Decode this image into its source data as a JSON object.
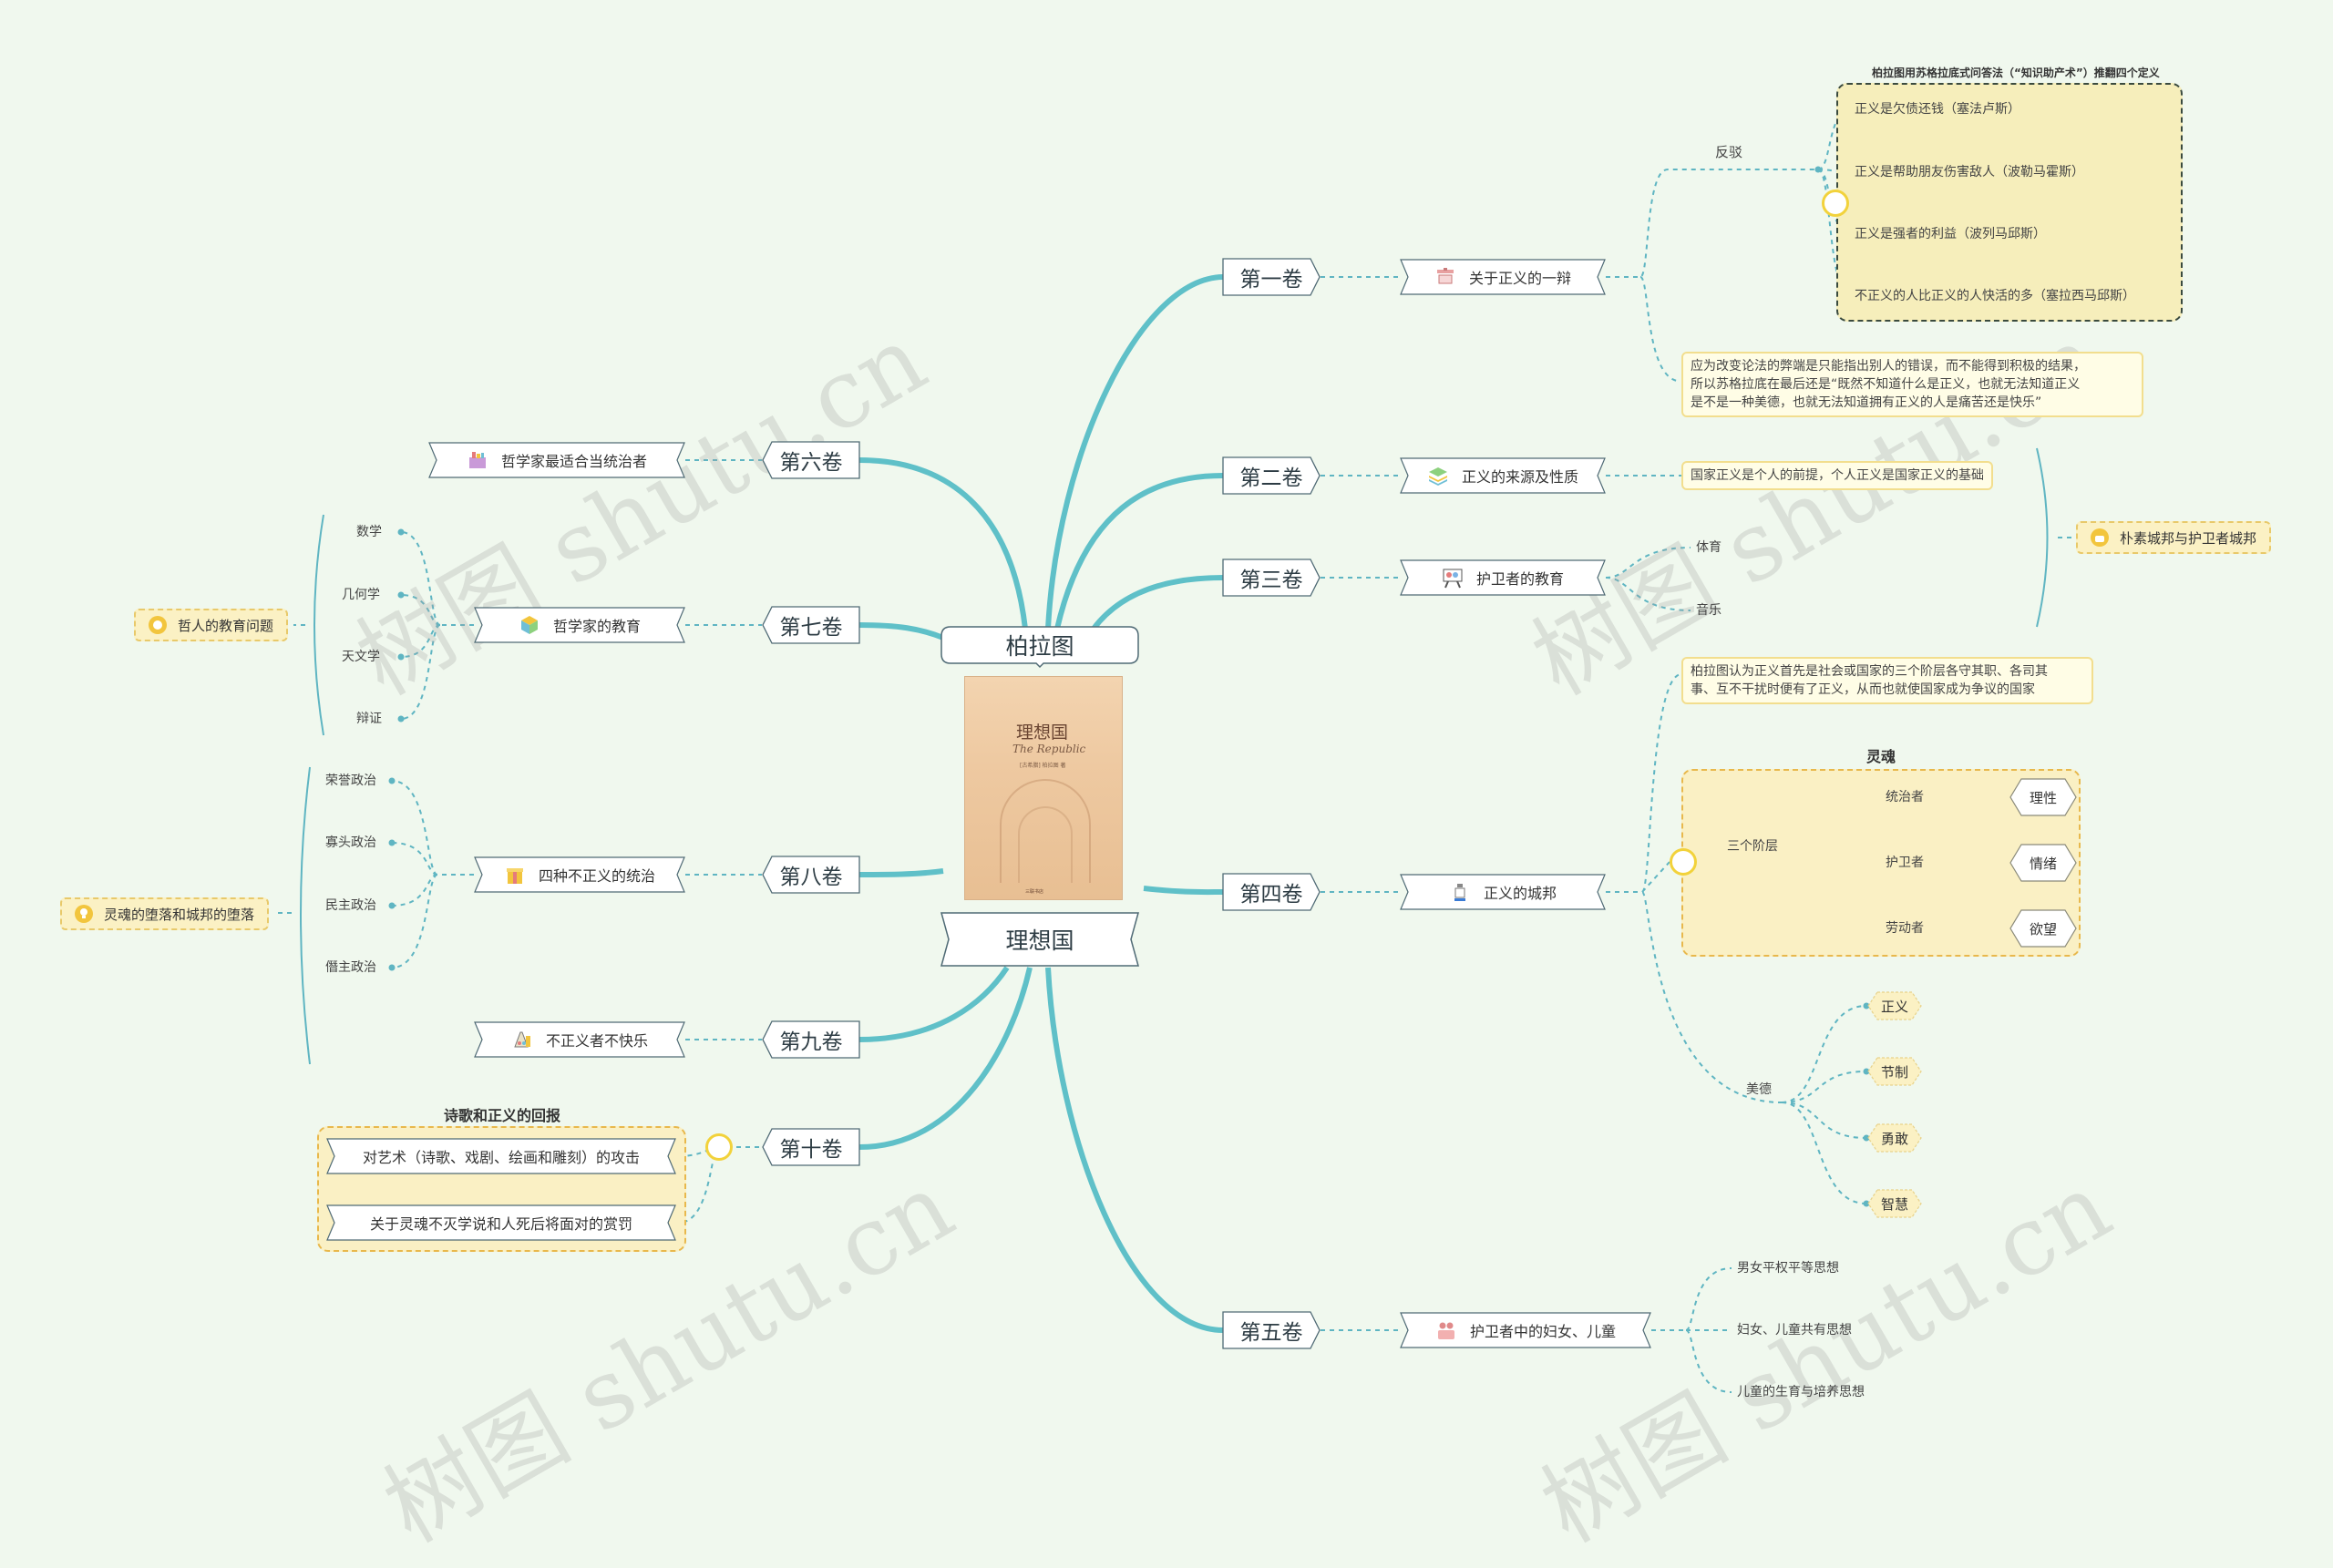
{
  "center": {
    "top_label": "柏拉图",
    "bottom_label": "理想国"
  },
  "book_cover": {
    "title": "理想国",
    "subtitle": "The Republic",
    "author": "[古希腊] 柏拉图 著",
    "publisher": "三联书店"
  },
  "volumes": {
    "v1": {
      "label": "第一卷",
      "topic": "关于正义的一辩"
    },
    "v2": {
      "label": "第二卷",
      "topic": "正义的来源及性质"
    },
    "v3": {
      "label": "第三卷",
      "topic": "护卫者的教育"
    },
    "v4": {
      "label": "第四卷",
      "topic": "正义的城邦"
    },
    "v5": {
      "label": "第五卷",
      "topic": "护卫者中的妇女、儿童"
    },
    "v6": {
      "label": "第六卷",
      "topic": "哲学家最适合当统治者"
    },
    "v7": {
      "label": "第七卷",
      "topic": "哲学家的教育"
    },
    "v8": {
      "label": "第八卷",
      "topic": "四种不正义的统治"
    },
    "v9": {
      "label": "第九卷",
      "topic": "不正义者不快乐"
    },
    "v10": {
      "label": "第十卷"
    }
  },
  "v1_detail": {
    "refute_label": "反驳",
    "box_title": "柏拉图用苏格拉底式问答法（“知识助产术”）推翻四个定义",
    "items": [
      "正义是欠债还钱（塞法卢斯）",
      "正义是帮助朋友伤害敌人（波勒马霍斯）",
      "正义是强者的利益（波列马邱斯）",
      "不正义的人比正义的人快活的多（塞拉西马邱斯）"
    ],
    "note_lines": [
      "应为改变论法的弊端是只能指出别人的错误，而不能得到积极的结果，",
      "所以苏格拉底在最后还是“既然不知道什么是正义，也就无法知道正义",
      "是不是一种美德，也就无法知道拥有正义的人是痛苦还是快乐”"
    ]
  },
  "v2_note": "国家正义是个人的前提，个人正义是国家正义的基础",
  "v3_items": [
    "体育",
    "音乐"
  ],
  "v2v3_summary": "朴素城邦与护卫者城邦",
  "v4_detail": {
    "note_lines": [
      "柏拉图认为正义首先是社会或国家的三个阶层各守其职、各司其",
      "事、互不干扰时便有了正义，从而也就使国家成为争议的国家"
    ],
    "soul_title": "灵魂",
    "strata_label": "三个阶层",
    "strata": [
      {
        "role": "统治者",
        "virtue": "理性"
      },
      {
        "role": "护卫者",
        "virtue": "情绪"
      },
      {
        "role": "劳动者",
        "virtue": "欲望"
      }
    ],
    "virtue_label": "美德",
    "virtues": [
      "正义",
      "节制",
      "勇敢",
      "智慧"
    ]
  },
  "v5_items": [
    "男女平权平等思想",
    "妇女、儿童共有思想",
    "儿童的生育与培养思想"
  ],
  "v7_items": [
    "数学",
    "几何学",
    "天文学",
    "辩证"
  ],
  "v7_summary": "哲人的教育问题",
  "v8_items": [
    "荣誉政治",
    "寡头政治",
    "民主政治",
    "僭主政治"
  ],
  "v8_summary": "灵魂的堕落和城邦的堕落",
  "v10_detail": {
    "box_title": "诗歌和正义的回报",
    "items": [
      "对艺术（诗歌、戏剧、绘画和雕刻）的攻击",
      "关于灵魂不灭学说和人死后将面对的赏罚"
    ]
  },
  "watermark": "树图 shutu.cn",
  "colors": {
    "background": "#f0f8ee",
    "branch": "#5fc0c8",
    "dashed": "#5fb5c2",
    "note_border": "#f2de8e",
    "box_fill": "#f6eebb"
  },
  "icons": {
    "v1": "balance-scale-icon",
    "v2": "stacked-layers-icon",
    "v3": "easel-icon",
    "v4": "tower-icon",
    "v5": "family-icon",
    "v6": "toolbox-icon",
    "v7": "cube-icon",
    "v8": "gift-icon",
    "v9": "palette-icon",
    "v7_summary": "medal-icon",
    "v8_summary": "lightbulb-icon",
    "v2v3_summary": "hand-icon"
  }
}
